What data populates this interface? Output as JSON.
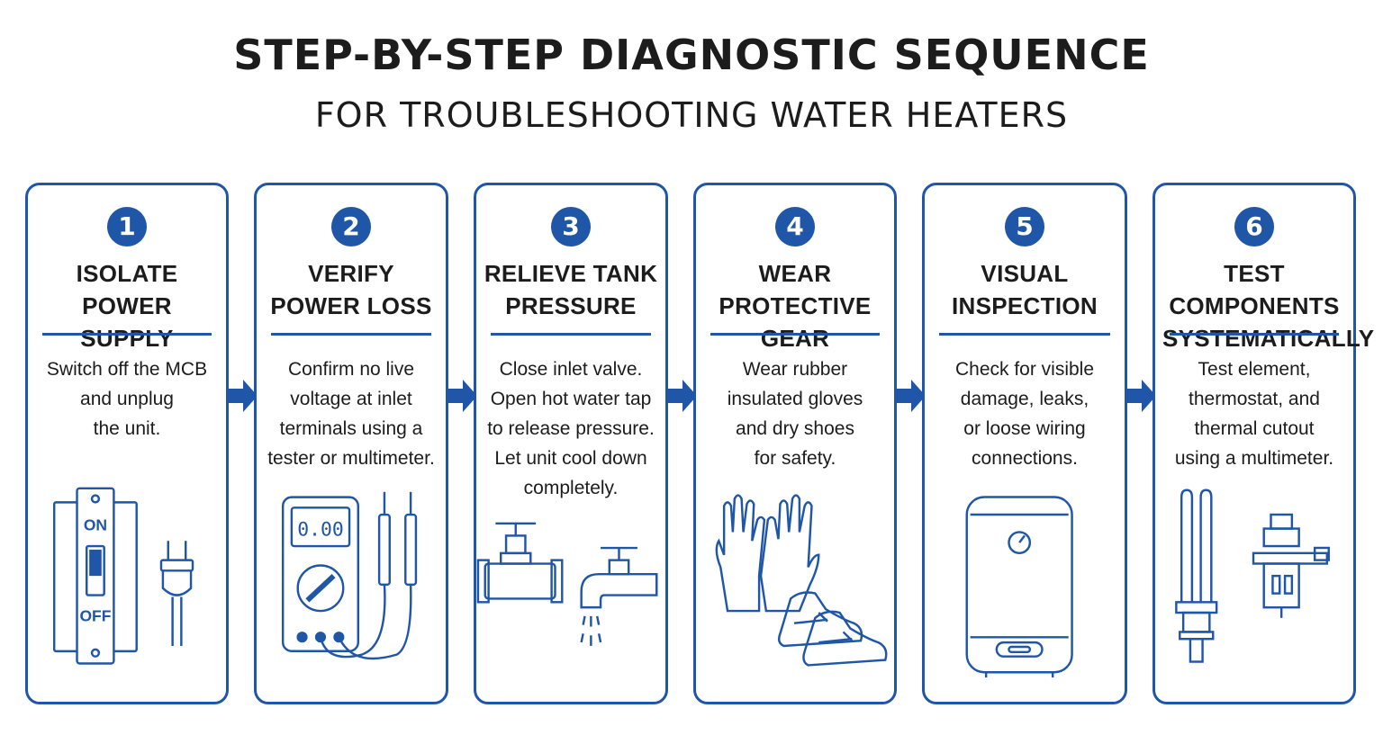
{
  "header": {
    "title": "STEP-BY-STEP DIAGNOSTIC SEQUENCE",
    "subtitle": "FOR TROUBLESHOOTING WATER HEATERS"
  },
  "colors": {
    "accent": "#1f56a8",
    "text": "#1c1c1c",
    "background": "#ffffff"
  },
  "steps": [
    {
      "number": "1",
      "title": [
        "ISOLATE",
        "POWER SUPPLY"
      ],
      "description": [
        "Switch off the MCB",
        "and unplug",
        "the unit."
      ],
      "icons": [
        "breaker-switch-icon",
        "plug-icon"
      ],
      "switch_labels": {
        "on": "ON",
        "off": "OFF"
      }
    },
    {
      "number": "2",
      "title": [
        "VERIFY",
        "POWER LOSS"
      ],
      "description": [
        "Confirm no live",
        "voltage at inlet",
        "terminals using a",
        "tester or multimeter."
      ],
      "icons": [
        "multimeter-icon",
        "test-probes-icon"
      ],
      "meter_reading": "0.00"
    },
    {
      "number": "3",
      "title": [
        "RELIEVE TANK",
        "PRESSURE"
      ],
      "description": [
        "Close inlet valve.",
        "Open hot water tap",
        "to release pressure.",
        "Let unit cool down",
        "completely."
      ],
      "icons": [
        "valve-icon",
        "faucet-icon"
      ]
    },
    {
      "number": "4",
      "title": [
        "WEAR",
        "PROTECTIVE GEAR"
      ],
      "description": [
        "Wear rubber",
        "insulated gloves",
        "and dry shoes",
        "for safety."
      ],
      "icons": [
        "gloves-icon",
        "shoes-icon"
      ]
    },
    {
      "number": "5",
      "title": [
        "VISUAL",
        "INSPECTION"
      ],
      "description": [
        "Check for visible",
        "damage, leaks,",
        "or loose wiring",
        "connections."
      ],
      "icons": [
        "water-heater-icon"
      ]
    },
    {
      "number": "6",
      "title": [
        "TEST COMPONENTS",
        "SYSTEMATICALLY"
      ],
      "description": [
        "Test element,",
        "thermostat, and",
        "thermal cutout",
        "using a multimeter."
      ],
      "icons": [
        "heating-element-icon",
        "thermal-cutout-icon"
      ]
    }
  ]
}
